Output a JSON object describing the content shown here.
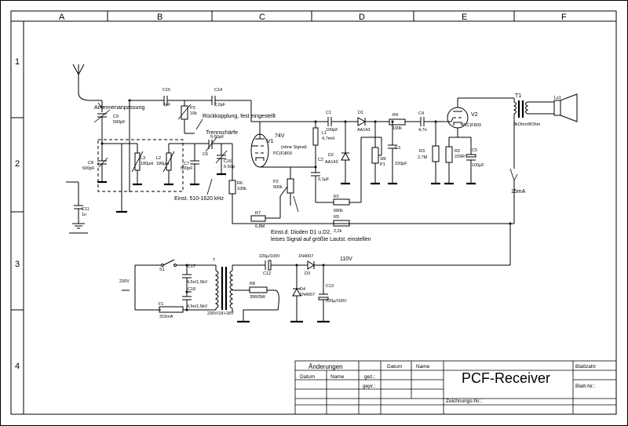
{
  "grid": {
    "columns": [
      "A",
      "B",
      "C",
      "D",
      "E",
      "F"
    ],
    "rows": [
      "1",
      "2",
      "3",
      "4"
    ]
  },
  "annotations": {
    "antenna_matching": "Antennenanpassung",
    "feedback": "Rückkopplung, fest eingestellt",
    "selectivity": "Trennschärfe",
    "tuning_range": "Einst. 510-1620 kHz",
    "diode_setting_1": "Einst.d. Dioden D1 u.D2,",
    "diode_setting_2": "leises Signal auf größte Lautst. einstellen",
    "voltage_74": "74V",
    "no_signal": "(ohne Signal)",
    "voltage_110": "110V",
    "current_15": "15mA"
  },
  "components": {
    "C15": "C15",
    "C15_val": "1pF",
    "C14": "C14",
    "C14_val": "2,2pF",
    "P3": "P3",
    "P3_val": "10k",
    "C9": "C9",
    "C9_val": "500pF",
    "C8": "C8",
    "C8_val": "500pF",
    "L3": "L3",
    "L3_val": "180µH",
    "L2": "L2",
    "L2_val": "180µH",
    "C7": "C7",
    "C7_val": "500pF",
    "C6": "C6",
    "C6_val": "5-50pF",
    "C16": "C16",
    "C16_val": "5-50p",
    "R6": "R6",
    "R6_val": "100k",
    "R7": "R7",
    "R7_val": "6,8M",
    "C11": "C11",
    "C11_val": "1n",
    "V1": "V1",
    "V1_val": "PC(F)803",
    "P2": "P2",
    "P2_val": "500k",
    "L1": "L1",
    "L1_val": "4,7mH",
    "C2": "C2",
    "C2_val": "0,1µF",
    "C1": "C1",
    "C1_val": "100pF",
    "D1": "D1",
    "D1_val": "AA143",
    "D2": "D2",
    "D2_val": "AA143",
    "P1": "P1",
    "P1_val": "1M",
    "C3": "C3",
    "C3_val": "220pF",
    "R4": "R4",
    "R4_val": "100k",
    "C4": "C4",
    "C4_val": "4,7n",
    "R3": "R3",
    "R3_val": "2,7M",
    "V2": "V2",
    "V2_val": "P(C)F803",
    "R2": "R2",
    "R2_val": "220R",
    "C5": "C5",
    "C5_val": "100µF",
    "T1": "T1",
    "T1_val": "3kOhm/8Ohm",
    "Ls1": "Ls1",
    "R1": "R1",
    "R1_val": "680k",
    "R5": "R5",
    "R5_val": "2,2k",
    "S1": "S1",
    "mains": "230V",
    "C17": "C17",
    "C17_val": "4,5n/1,5kV",
    "C18": "C18",
    "C18_val": "4,5n/1,5kV",
    "F1": "F1",
    "F1_val": "315mA",
    "T": "T",
    "T_val": "230V/18+18V",
    "R8": "R8",
    "R8_val": "39R/5W",
    "C12": "C12",
    "C12_val": "220µ/100V",
    "D3": "D3",
    "D3_val": "1N4007",
    "D4": "D4",
    "D4_val": "1N4007",
    "C13": "C13",
    "C13_val": "220µ/100V"
  },
  "title_block": {
    "changes": "Änderungen",
    "date": "Datum",
    "name": "Name",
    "date2": "Datum",
    "name2": "Name",
    "drawn": "gez.:",
    "checked": "gepr.:",
    "title": "PCF-Receiver",
    "sheet_no": "Blattzahl:",
    "sheet": "Blatt-Nr.:",
    "drawing_no": "Zeichnungs-Nr.:"
  }
}
